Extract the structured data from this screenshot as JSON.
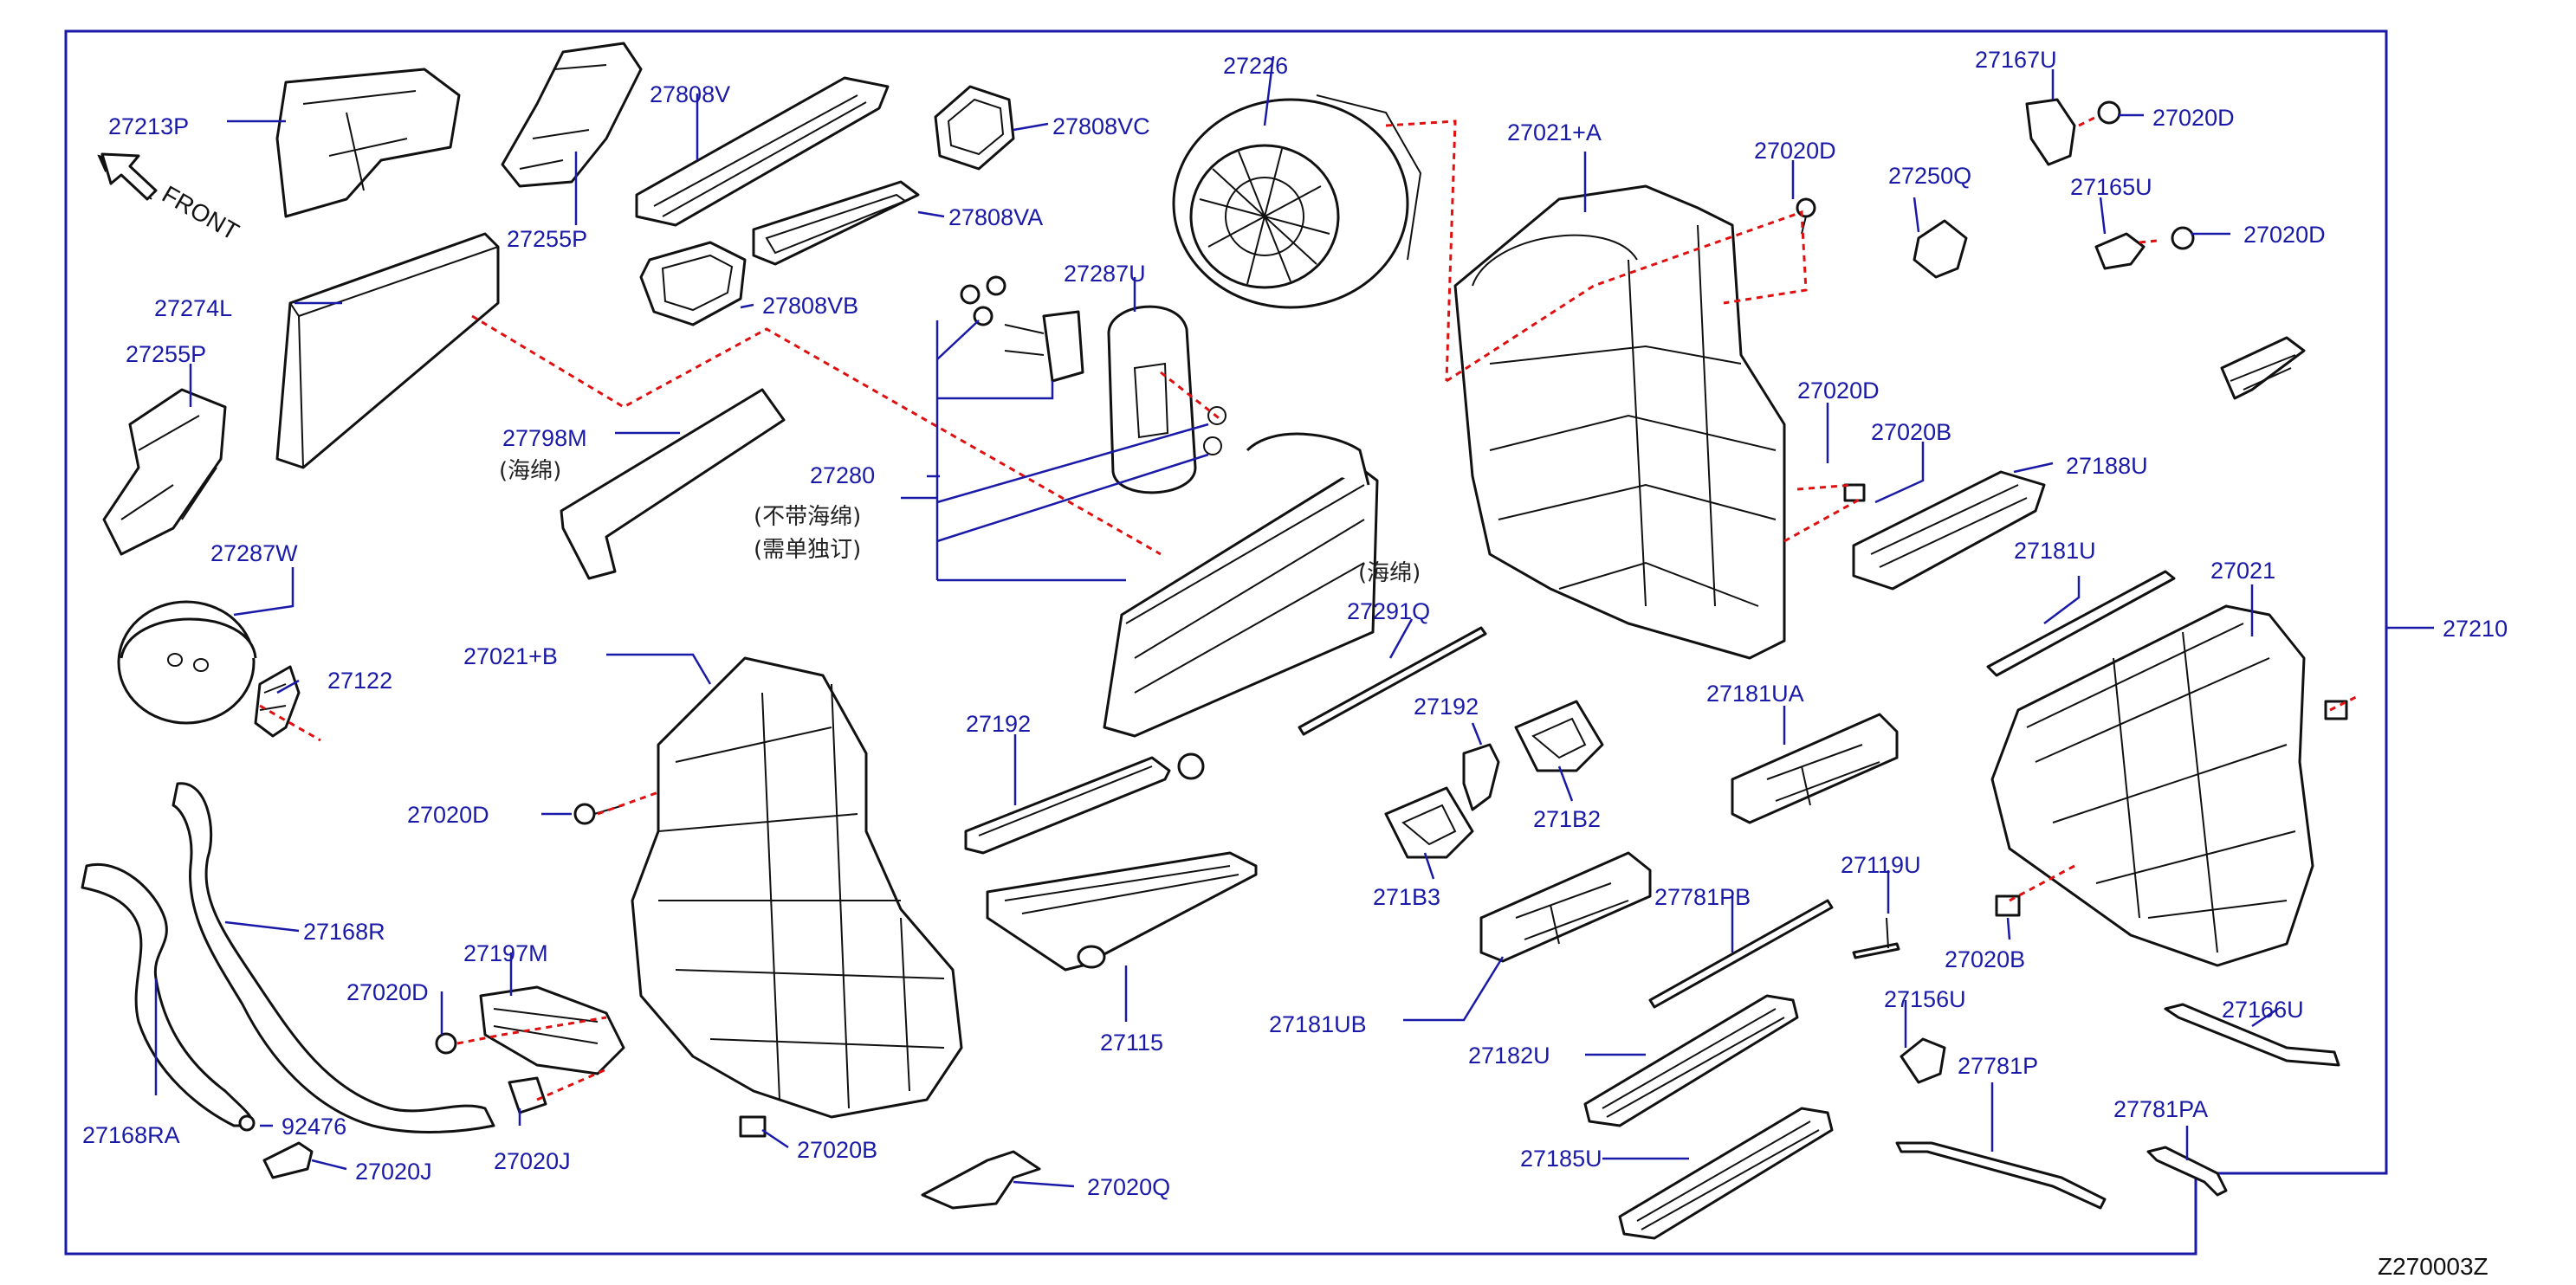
{
  "diagram": {
    "drawing_code": "Z270003Z",
    "front_label": "FRONT",
    "notes": {
      "sponge_1": "(海绵)",
      "sponge_2": "(海绵)",
      "no_sponge": "(不带海绵)",
      "order_separately": "(需单独订)"
    },
    "callouts": [
      "27213P",
      "27808V",
      "27808VC",
      "27226",
      "27021+A",
      "27020D",
      "27167U",
      "27020D",
      "27255P",
      "27808VA",
      "27250Q",
      "27165U",
      "27020D",
      "27274L",
      "27808VB",
      "27287U",
      "27255P",
      "27798M",
      "27280",
      "27020D",
      "27020B",
      "27188U",
      "27287W",
      "27181U",
      "27021",
      "27210",
      "27021+B",
      "27122",
      "27291Q",
      "27192",
      "27192",
      "27181UA",
      "27020D",
      "271B2",
      "271B3",
      "27168R",
      "27197M",
      "27781PB",
      "27119U",
      "27020B",
      "27020D",
      "27115",
      "27181UB",
      "27156U",
      "27166U",
      "27182U",
      "27781P",
      "27168RA",
      "92476",
      "27020J",
      "27020B",
      "27781PA",
      "27185U",
      "27020J",
      "27020Q"
    ]
  }
}
